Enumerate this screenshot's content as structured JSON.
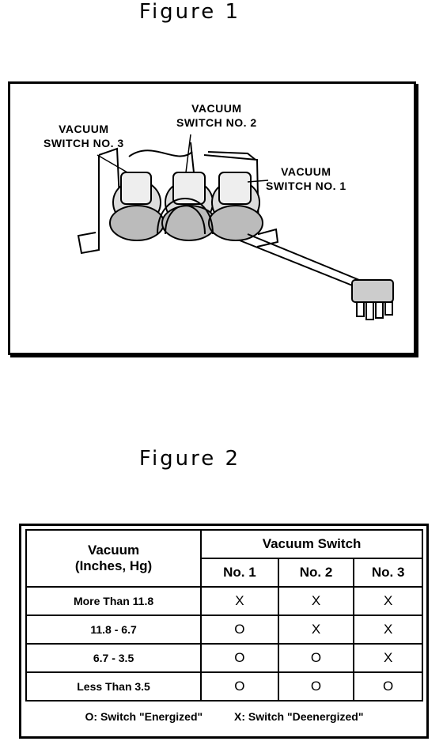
{
  "figure1": {
    "title": "Figure 1",
    "callouts": {
      "switch3": [
        "VACUUM",
        "SWITCH NO. 3"
      ],
      "switch2": [
        "VACUUM",
        "SWITCH NO. 2"
      ],
      "switch1": [
        "VACUUM",
        "SWITCH NO. 1"
      ]
    }
  },
  "figure2": {
    "title": "Figure 2",
    "table": {
      "vacuum_header": [
        "Vacuum",
        "(Inches, Hg)"
      ],
      "switch_header": "Vacuum Switch",
      "columns": [
        "No. 1",
        "No. 2",
        "No. 3"
      ],
      "rows": [
        {
          "label": "More Than 11.8",
          "values": [
            "X",
            "X",
            "X"
          ]
        },
        {
          "label": "11.8 - 6.7",
          "values": [
            "O",
            "X",
            "X"
          ]
        },
        {
          "label": "6.7 - 3.5",
          "values": [
            "O",
            "O",
            "X"
          ]
        },
        {
          "label": "Less Than 3.5",
          "values": [
            "O",
            "O",
            "O"
          ]
        }
      ],
      "legend": {
        "energized": "O: Switch \"Energized\"",
        "deenergized": "X: Switch \"Deenergized\""
      }
    }
  }
}
